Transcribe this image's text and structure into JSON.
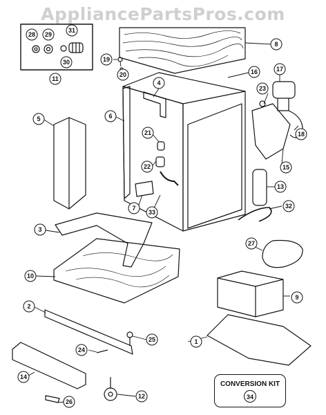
{
  "watermark": "AppliancePartsPros.com",
  "kit_title": "CONVERSION KIT",
  "kit_number": "34",
  "callouts": [
    "1",
    "2",
    "3",
    "4",
    "5",
    "6",
    "7",
    "8",
    "9",
    "10",
    "11",
    "12",
    "13",
    "14",
    "15",
    "16",
    "17",
    "18",
    "19",
    "20",
    "21",
    "22",
    "23",
    "24",
    "25",
    "26",
    "27",
    "28",
    "29",
    "30",
    "31",
    "32",
    "33"
  ]
}
